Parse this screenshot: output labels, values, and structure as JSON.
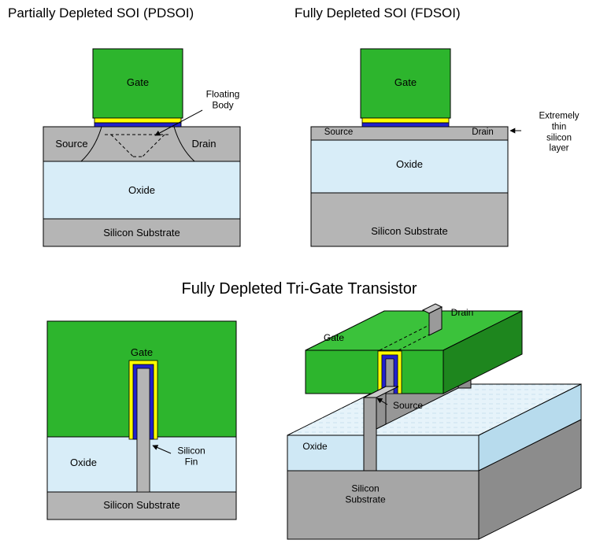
{
  "titles": {
    "pdsoi": "Partially Depleted SOI  (PDSOI)",
    "fdsoi": "Fully Depleted SOI  (FDSOI)",
    "trigate": "Fully Depleted Tri-Gate Transistor"
  },
  "pdsoi": {
    "gate": "Gate",
    "source": "Source",
    "drain": "Drain",
    "oxide": "Oxide",
    "substrate": "Silicon Substrate",
    "floating_body": "Floating\nBody"
  },
  "fdsoi": {
    "gate": "Gate",
    "source": "Source",
    "drain": "Drain",
    "oxide": "Oxide",
    "substrate": "Silicon Substrate",
    "thin_note": "Extremely thin\nsilicon layer"
  },
  "cross": {
    "gate": "Gate",
    "oxide": "Oxide",
    "fin": "Silicon\nFin",
    "substrate": "Silicon Substrate"
  },
  "iso": {
    "gate": "Gate",
    "drain": "Drain",
    "source": "Source",
    "oxide": "Oxide",
    "substrate": "Silicon\nSubstrate"
  },
  "colors": {
    "background": "#ffffff",
    "outline": "#000000",
    "gate_green": "#2db52d",
    "oxide_blue": "#d8edf8",
    "silicon_gray": "#b5b5b5",
    "gate_oxide_yellow": "#ffff00",
    "gate_oxide_blue": "#2222cc"
  }
}
